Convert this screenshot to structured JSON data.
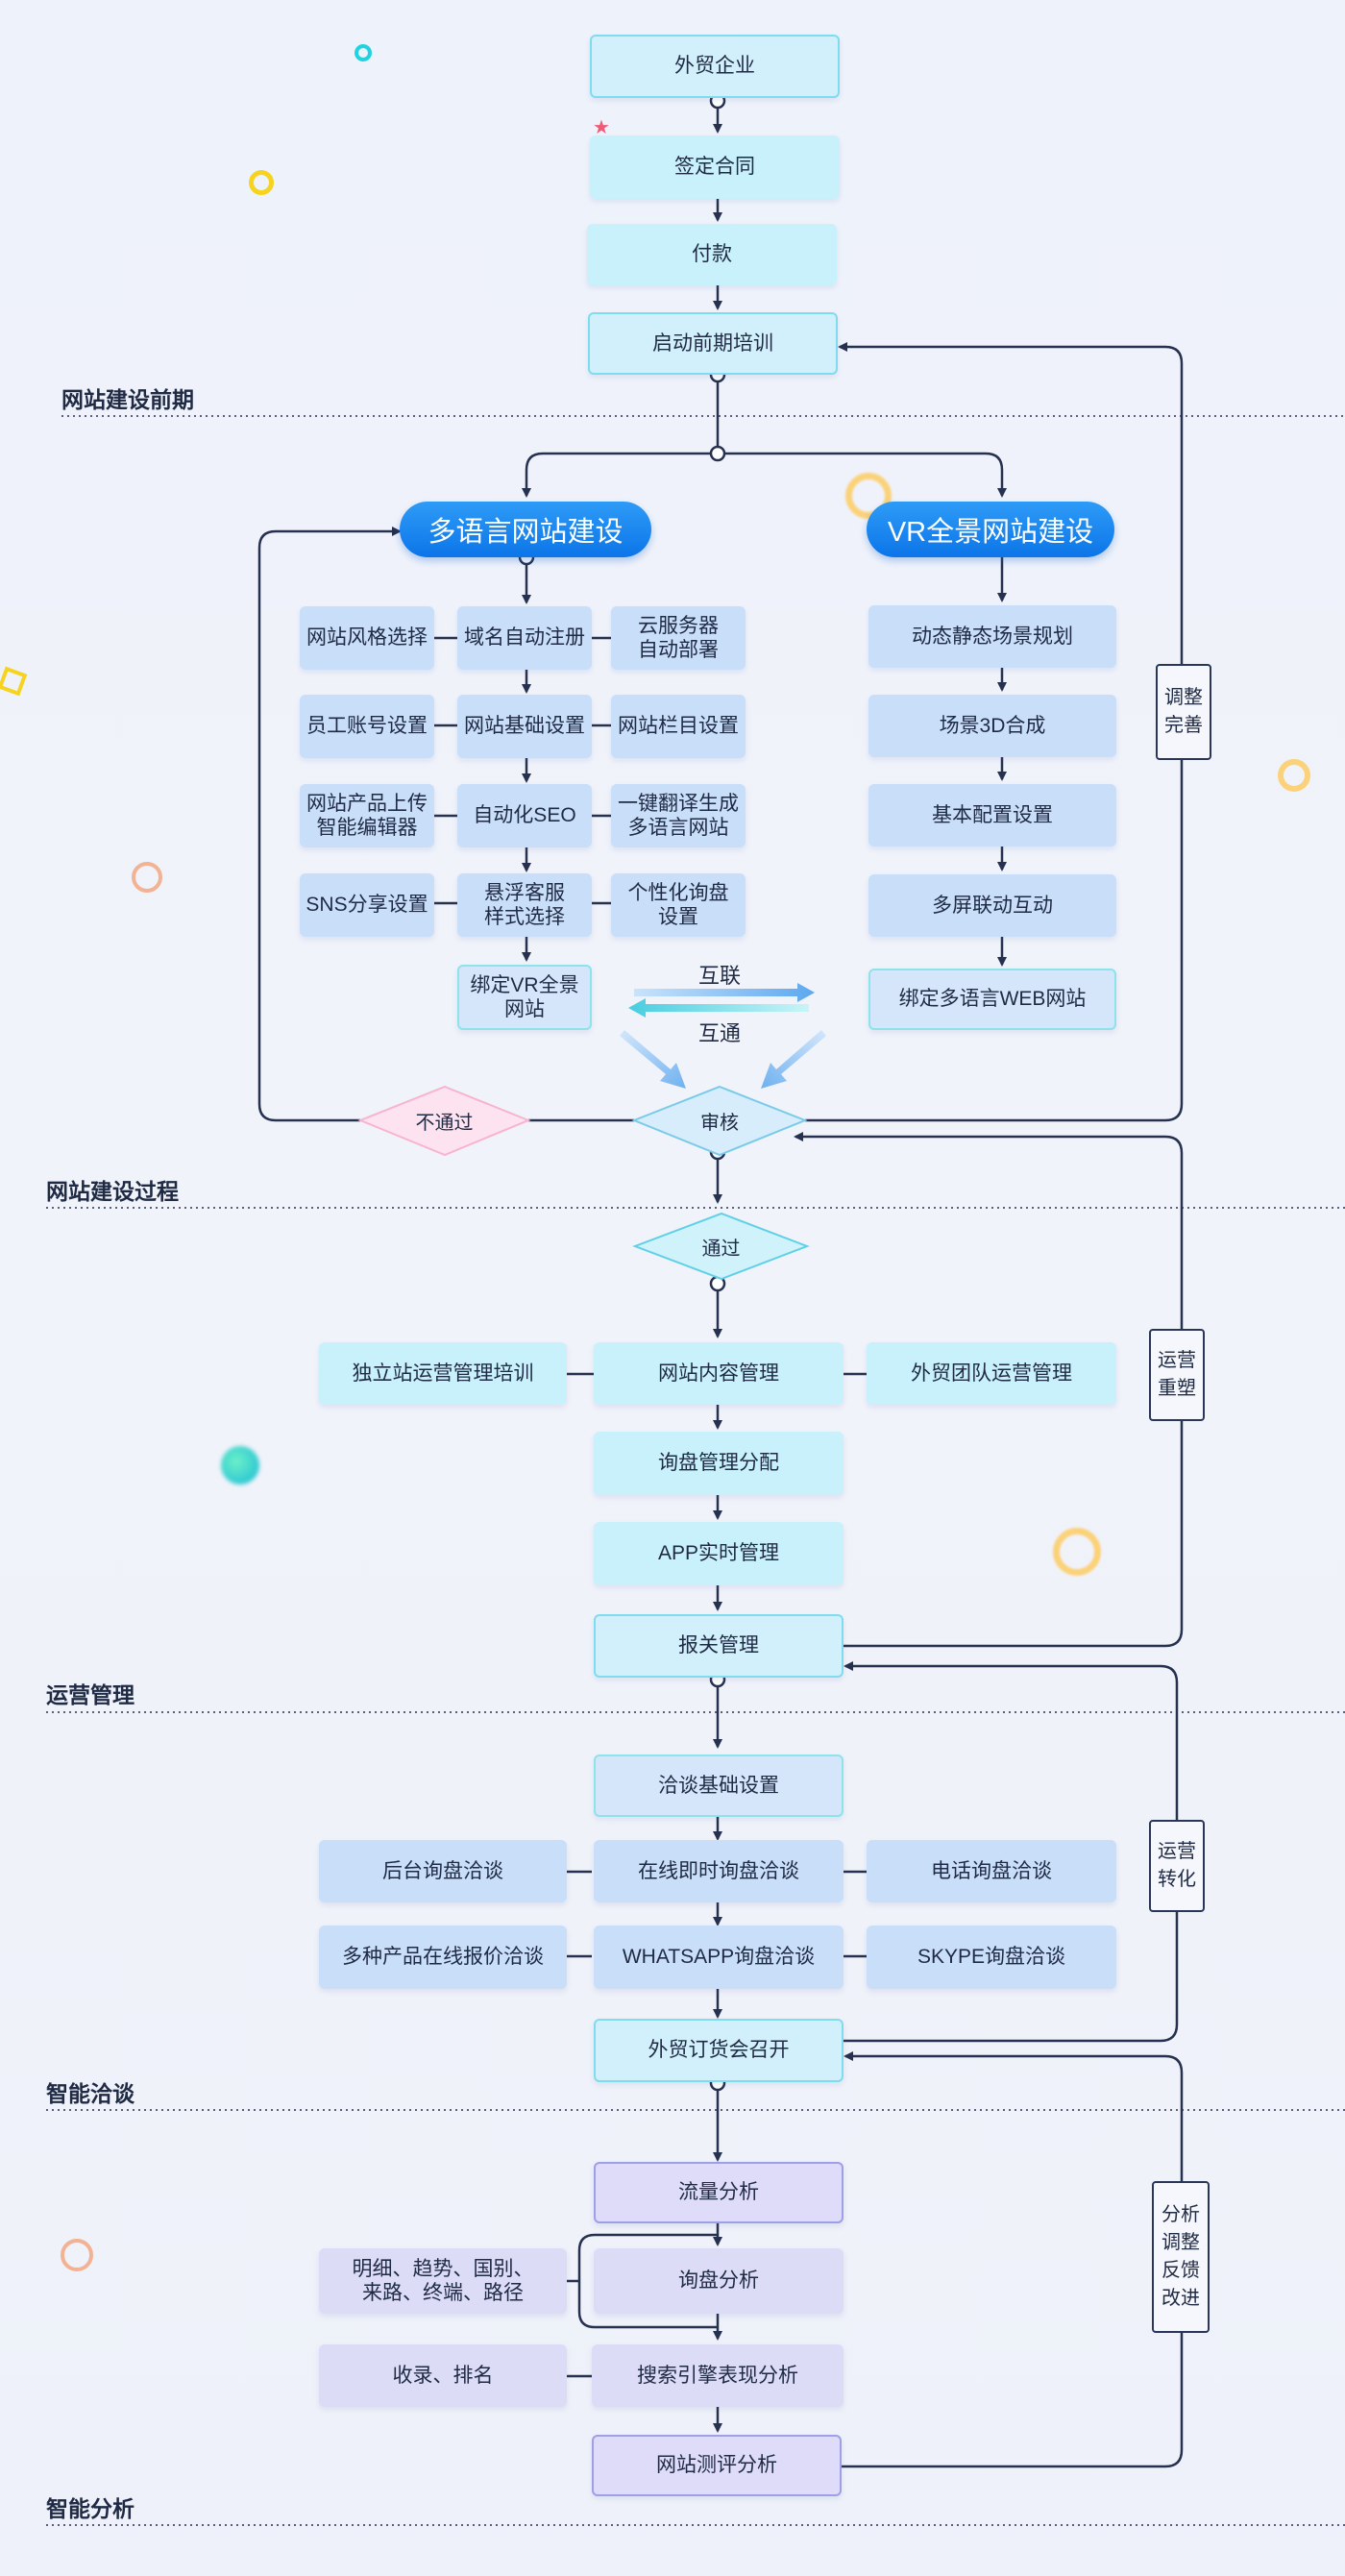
{
  "stages": {
    "pre": "网站建设前期",
    "process": "网站建设过程",
    "ops": "运营管理",
    "negotiation": "智能洽谈",
    "analysis": "智能分析"
  },
  "top": {
    "n1": "外贸企业",
    "n2": "签定合同",
    "n3": "付款",
    "n4": "启动前期培训"
  },
  "multi": {
    "title": "多语言网站建设",
    "r1": [
      "网站风格选择",
      "域名自动注册",
      "云服务器\n自动部署"
    ],
    "r2": [
      "员工账号设置",
      "网站基础设置",
      "网站栏目设置"
    ],
    "r3": [
      "网站产品上传\n智能编辑器",
      "自动化SEO",
      "一键翻译生成\n多语言网站"
    ],
    "r4": [
      "SNS分享设置",
      "悬浮客服\n样式选择",
      "个性化询盘\n设置"
    ],
    "bind": "绑定VR全景\n网站"
  },
  "vr": {
    "title": "VR全景网站建设",
    "items": [
      "动态静态场景规划",
      "场景3D合成",
      "基本配置设置",
      "多屏联动互动",
      "绑定多语言WEB网站"
    ]
  },
  "link": {
    "top": "互联",
    "bottom": "互通"
  },
  "review": {
    "reject": "不通过",
    "audit": "审核",
    "pass": "通过"
  },
  "ops": {
    "center": [
      "网站内容管理",
      "询盘管理分配",
      "APP实时管理",
      "报关管理"
    ],
    "left": "独立站运营管理培训",
    "right": "外贸团队运营管理"
  },
  "neg": {
    "top": "洽谈基础设置",
    "r1": [
      "后台询盘洽谈",
      "在线即时询盘洽谈",
      "电话询盘洽谈"
    ],
    "r2": [
      "多种产品在线报价洽谈",
      "WHATSAPP询盘洽谈",
      "SKYPE询盘洽谈"
    ],
    "bottom": "外贸订货会召开"
  },
  "ana": {
    "center": [
      "流量分析",
      "询盘分析",
      "搜索引擎表现分析",
      "网站测评分析"
    ],
    "left1": "明细、趋势、国别、\n来路、终端、路径",
    "left2": "收录、排名"
  },
  "side": {
    "s1": "调整\n完善",
    "s2": "运营\n重塑",
    "s3": "运营\n转化",
    "s4": "分析\n调整\n反馈\n改进"
  },
  "colors": {
    "line": "#26304f",
    "pill": "#0c75e8",
    "reject_fill": "#fde3ef",
    "audit_fill": "#d7edfb"
  }
}
